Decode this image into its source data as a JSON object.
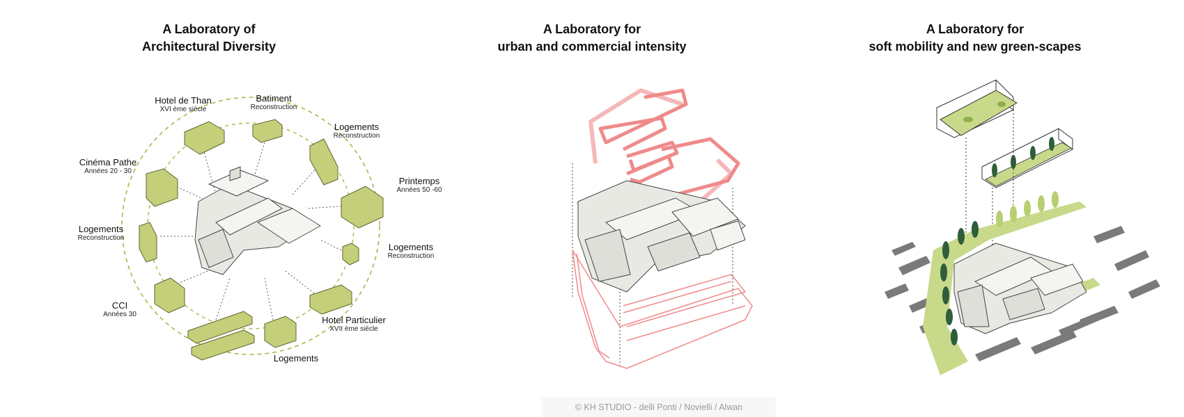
{
  "panels": {
    "diversity": {
      "title_line1": "A Laboratory of",
      "title_line2": "Architectural Diversity",
      "labels": [
        {
          "name": "Hotel de Than",
          "sub": "XVI ème siècle"
        },
        {
          "name": "Batiment",
          "sub": "Reconstruction"
        },
        {
          "name": "Logements",
          "sub": "Reconstruction"
        },
        {
          "name": "Cinéma Pathe",
          "sub": "Années 20 - 30"
        },
        {
          "name": "Printemps",
          "sub": "Années 50 -60"
        },
        {
          "name": "Logements",
          "sub": "Reconstruction"
        },
        {
          "name": "Logements",
          "sub": "Reconstruction"
        },
        {
          "name": "CCI",
          "sub": "Années 30"
        },
        {
          "name": "Hotel Particulier",
          "sub": "XVII ème siècle"
        },
        {
          "name": "Logements",
          "sub": ""
        }
      ]
    },
    "intensity": {
      "title_line1": "A Laboratory for",
      "title_line2": "urban and commercial intensity"
    },
    "mobility": {
      "title_line1": "A Laboratory for",
      "title_line2": "soft mobility and new green-scapes"
    }
  },
  "credit": "©  KH STUDIO - delli Ponti / Novielli / Alwan",
  "colors": {
    "olive": "#c5cf7a",
    "olive_stroke": "#5e6430",
    "pink": "#f08a8a",
    "light_pink": "#f5b8b8",
    "building_grey": "#e9e9e4",
    "green_ground": "#c8d98a",
    "tree_green": "#2e5e3a",
    "road_grey": "#7a7a7a"
  }
}
